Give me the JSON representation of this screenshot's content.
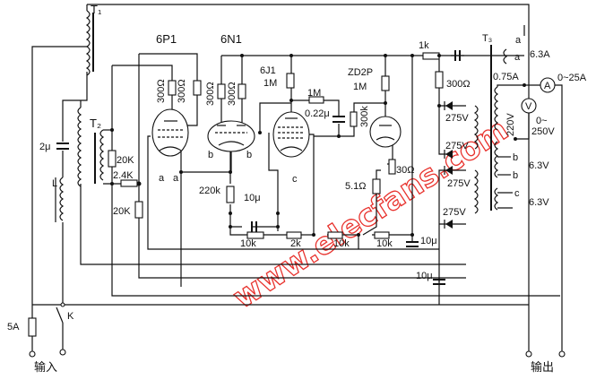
{
  "watermark": "www.elecfans.com",
  "transformers": {
    "t1": "T₁",
    "t2": "T₂",
    "t3": "T₃"
  },
  "tubes": {
    "p1": "6P1",
    "n1": "6N1",
    "j1": "6J1",
    "d2p": "ZD2P"
  },
  "labels": {
    "j1_r": "1M",
    "d2p_r": "1M",
    "r_1m": "1M",
    "c_022": "0.22μ",
    "r_300k": "300k",
    "r300_1": "300Ω",
    "r300_2": "300Ω",
    "r300_3": "300Ω",
    "r300_4": "300Ω",
    "r20k_1": "20K",
    "r24k": "2.4K",
    "r20k_2": "20K",
    "c2u": "2μ",
    "ind": "L",
    "a1": "a",
    "a2": "a",
    "b1": "b",
    "b2": "b",
    "c1": "c",
    "r220k": "220k",
    "c10u_1": "10μ",
    "r10k_1": "10k",
    "r2k": "2k",
    "r10k_2": "10k",
    "r10k_3": "10k",
    "c10u_2": "10μ",
    "c10u_3": "10μ",
    "r51": "5.1Ω",
    "r30": "30Ω",
    "r1k": "1k",
    "r300_5": "300Ω",
    "v275_1": "275V",
    "v275_2": "275V",
    "v275_3": "275V",
    "v275_4": "275V",
    "ta1": "a",
    "ta2": "a",
    "i63": "6.3A",
    "i075": "0.75A",
    "ammeter": "A",
    "arange": "0~25A",
    "voltmeter": "V",
    "vr1": "0~",
    "vr2": "250V",
    "v220": "220V",
    "v63_1": "6.3V",
    "v63_2": "6.3V",
    "tb1": "b",
    "tb2": "b",
    "tc": "c",
    "fuse": "5A",
    "switch": "K",
    "input": "输入",
    "output": "输出"
  }
}
